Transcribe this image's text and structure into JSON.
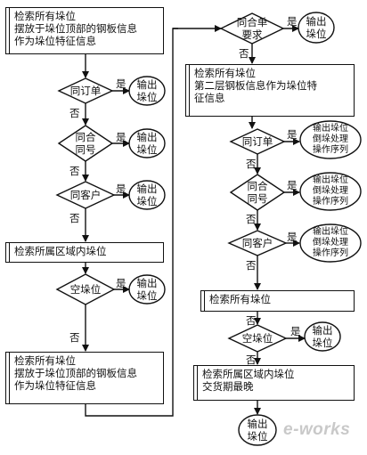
{
  "flowchart": {
    "left": {
      "box1": [
        "检索所有垛位",
        "摆放于垛位顶部的钢板信息",
        "作为垛位特征信息"
      ],
      "d1": "同订单",
      "o1": [
        "输出",
        "垛位"
      ],
      "d2": [
        "同合",
        "同号"
      ],
      "o2": [
        "输出",
        "垛位"
      ],
      "d3": "同客户",
      "o3": [
        "输出",
        "垛位"
      ],
      "box2": [
        "检索所属区域内垛位"
      ],
      "d4": "空垛位",
      "o4": [
        "输出",
        "垛位"
      ],
      "box3": [
        "检索所有垛位",
        "摆放于垛位顶部的钢板信息",
        "作为垛位特征信息"
      ]
    },
    "right": {
      "d0": [
        "同合单",
        "要求"
      ],
      "o0": [
        "输出",
        "垛位"
      ],
      "box1": [
        "检索所有垛位",
        "第二层钢板信息作为垛位特",
        "征信息"
      ],
      "d1": "同订单",
      "o1": [
        "输出垛位",
        "倒垛处理",
        "操作序列"
      ],
      "d2": [
        "同合",
        "同号"
      ],
      "o2": [
        "输出垛位",
        "倒垛处理",
        "操作序列"
      ],
      "d3": "同客户",
      "o3": [
        "输出垛位",
        "倒垛处理",
        "操作序列"
      ],
      "box2": [
        "检索所有垛位"
      ],
      "d4": "空垛位",
      "o4": [
        "输出",
        "垛位"
      ],
      "box3": [
        "检索所属区域内垛位",
        "交货期最晚"
      ],
      "o5": [
        "输出",
        "垛位"
      ]
    },
    "labels": {
      "yes": "是",
      "no": "否"
    }
  },
  "watermark": "e-works"
}
